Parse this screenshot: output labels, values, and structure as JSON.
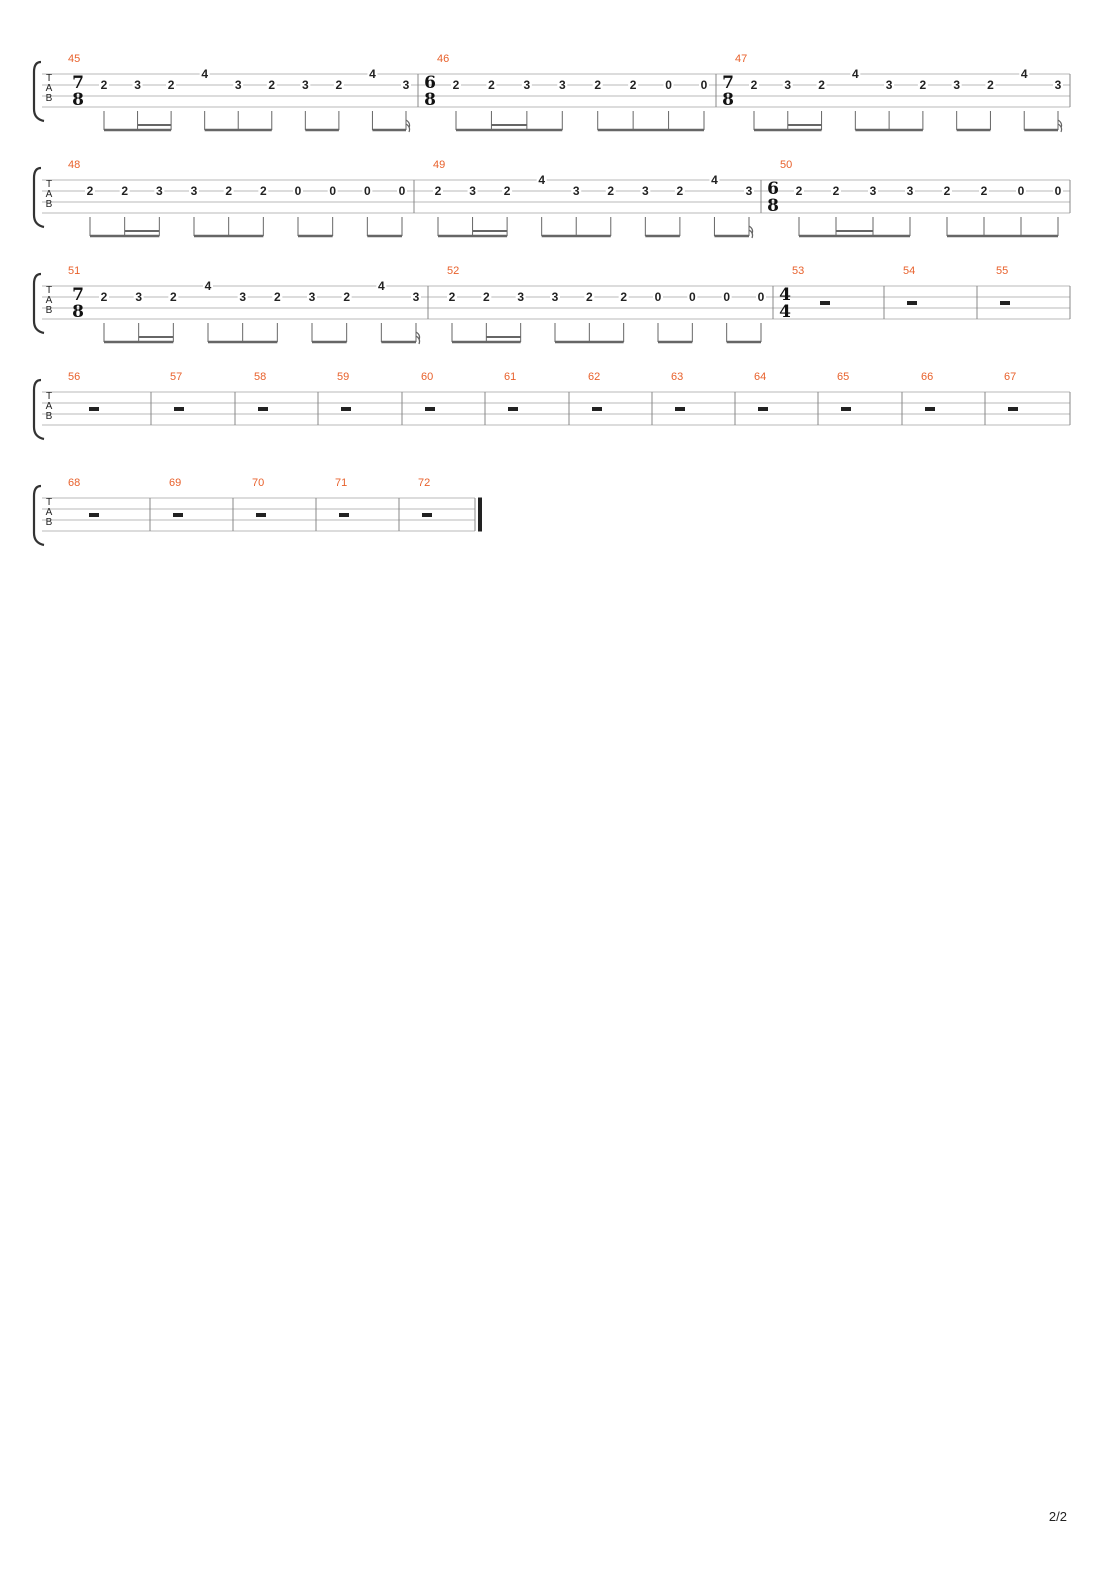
{
  "page": {
    "number_label": "2/2"
  },
  "colors": {
    "measure_number": "#e8612c",
    "ink": "#222222",
    "staff_line": "#b8b8b8",
    "barline": "#888888",
    "beam": "#666666"
  },
  "tab_clef": [
    "T",
    "A",
    "B"
  ],
  "systems": [
    {
      "measures": [
        {
          "number": "45",
          "time_sig": [
            "7",
            "8"
          ],
          "notes": [
            [
              "2",
              "",
              "2"
            ],
            [
              "3",
              "",
              "2"
            ],
            [
              "2",
              "",
              "2"
            ],
            [
              "4",
              "",
              "1"
            ],
            [
              "3",
              "",
              "2"
            ],
            [
              "2",
              "",
              "2"
            ],
            [
              "3",
              "",
              "2"
            ],
            [
              "2",
              "",
              "2"
            ],
            [
              "4",
              "",
              "1"
            ],
            [
              "3",
              "",
              "2"
            ]
          ]
        },
        {
          "number": "46",
          "time_sig": [
            "6",
            "8"
          ],
          "notes": [
            [
              "2",
              "",
              "2"
            ],
            [
              "2",
              "",
              "2"
            ],
            [
              "3",
              "",
              "2"
            ],
            [
              "3",
              "",
              "2"
            ],
            [
              "2",
              "",
              "2"
            ],
            [
              "2",
              "",
              "2"
            ],
            [
              "0",
              "",
              "2"
            ],
            [
              "0",
              "",
              "2"
            ]
          ]
        },
        {
          "number": "47",
          "time_sig": [
            "7",
            "8"
          ],
          "notes": [
            [
              "2",
              "",
              "2"
            ],
            [
              "3",
              "",
              "2"
            ],
            [
              "2",
              "",
              "2"
            ],
            [
              "4",
              "",
              "1"
            ],
            [
              "3",
              "",
              "2"
            ],
            [
              "2",
              "",
              "2"
            ],
            [
              "3",
              "",
              "2"
            ],
            [
              "2",
              "",
              "2"
            ],
            [
              "4",
              "",
              "1"
            ],
            [
              "3",
              "",
              "2"
            ]
          ]
        }
      ]
    },
    {
      "measures": [
        {
          "number": "48",
          "time_sig": null,
          "notes": [
            [
              "2",
              "",
              "2"
            ],
            [
              "2",
              "",
              "2"
            ],
            [
              "3",
              "",
              "2"
            ],
            [
              "3",
              "",
              "2"
            ],
            [
              "2",
              "",
              "2"
            ],
            [
              "2",
              "",
              "2"
            ],
            [
              "0",
              "",
              "2"
            ],
            [
              "0",
              "",
              "2"
            ],
            [
              "0",
              "",
              "2"
            ],
            [
              "0",
              "",
              "2"
            ]
          ]
        },
        {
          "number": "49",
          "time_sig": null,
          "notes": [
            [
              "2",
              "",
              "2"
            ],
            [
              "3",
              "",
              "2"
            ],
            [
              "2",
              "",
              "2"
            ],
            [
              "4",
              "",
              "1"
            ],
            [
              "3",
              "",
              "2"
            ],
            [
              "2",
              "",
              "2"
            ],
            [
              "3",
              "",
              "2"
            ],
            [
              "2",
              "",
              "2"
            ],
            [
              "4",
              "",
              "1"
            ],
            [
              "3",
              "",
              "2"
            ]
          ]
        },
        {
          "number": "50",
          "time_sig": [
            "6",
            "8"
          ],
          "notes": [
            [
              "2",
              "",
              "2"
            ],
            [
              "2",
              "",
              "2"
            ],
            [
              "3",
              "",
              "2"
            ],
            [
              "3",
              "",
              "2"
            ],
            [
              "2",
              "",
              "2"
            ],
            [
              "2",
              "",
              "2"
            ],
            [
              "0",
              "",
              "2"
            ],
            [
              "0",
              "",
              "2"
            ]
          ]
        }
      ]
    },
    {
      "measures": [
        {
          "number": "51",
          "time_sig": [
            "7",
            "8"
          ],
          "notes": [
            [
              "2",
              "",
              "2"
            ],
            [
              "3",
              "",
              "2"
            ],
            [
              "2",
              "",
              "2"
            ],
            [
              "4",
              "",
              "1"
            ],
            [
              "3",
              "",
              "2"
            ],
            [
              "2",
              "",
              "2"
            ],
            [
              "3",
              "",
              "2"
            ],
            [
              "2",
              "",
              "2"
            ],
            [
              "4",
              "",
              "1"
            ],
            [
              "3",
              "",
              "2"
            ]
          ]
        },
        {
          "number": "52",
          "time_sig": null,
          "notes": [
            [
              "2",
              "",
              "2"
            ],
            [
              "2",
              "",
              "2"
            ],
            [
              "3",
              "",
              "2"
            ],
            [
              "3",
              "",
              "2"
            ],
            [
              "2",
              "",
              "2"
            ],
            [
              "2",
              "",
              "2"
            ],
            [
              "0",
              "",
              "2"
            ],
            [
              "0",
              "",
              "2"
            ],
            [
              "0",
              "",
              "2"
            ],
            [
              "0",
              "",
              "2"
            ]
          ]
        },
        {
          "number": "53",
          "time_sig": [
            "4",
            "4"
          ],
          "rest": true
        },
        {
          "number": "54",
          "time_sig": null,
          "rest": true
        },
        {
          "number": "55",
          "time_sig": null,
          "rest": true
        }
      ]
    },
    {
      "measures": [
        {
          "number": "56",
          "rest": true
        },
        {
          "number": "57",
          "rest": true
        },
        {
          "number": "58",
          "rest": true
        },
        {
          "number": "59",
          "rest": true
        },
        {
          "number": "60",
          "rest": true
        },
        {
          "number": "61",
          "rest": true
        },
        {
          "number": "62",
          "rest": true
        },
        {
          "number": "63",
          "rest": true
        },
        {
          "number": "64",
          "rest": true
        },
        {
          "number": "65",
          "rest": true
        },
        {
          "number": "66",
          "rest": true
        },
        {
          "number": "67",
          "rest": true
        }
      ]
    },
    {
      "final_barline": true,
      "measures": [
        {
          "number": "68",
          "rest": true
        },
        {
          "number": "69",
          "rest": true
        },
        {
          "number": "70",
          "rest": true
        },
        {
          "number": "71",
          "rest": true
        },
        {
          "number": "72",
          "rest": true
        }
      ]
    }
  ]
}
